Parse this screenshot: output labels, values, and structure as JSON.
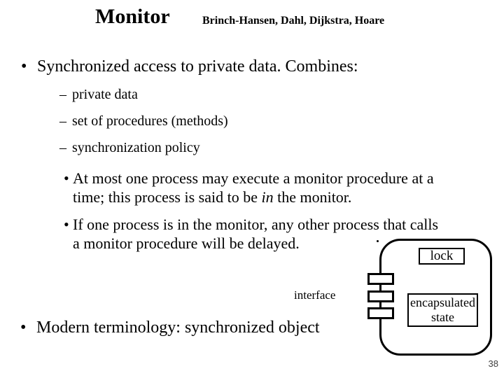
{
  "slide": {
    "title": "Monitor",
    "subtitle": "Brinch-Hansen, Dahl, Dijkstra, Hoare",
    "page_number": "38",
    "markers": {
      "bullet": "•",
      "dash": "–"
    },
    "content": {
      "bullet1": "Synchronized access to private data. Combines:",
      "dash1": "private data",
      "dash2": "set of procedures (methods)",
      "dash3": "synchronization policy",
      "sub1": {
        "line1": "At most one process may execute a monitor procedure at a",
        "line2_pre": "time; this process is said to be ",
        "line2_italic": "in",
        "line2_post": " the monitor."
      },
      "sub2": {
        "line1": "If one process is in the monitor, any other process that calls",
        "line2": "a monitor procedure will be delayed."
      },
      "bullet2": "Modern terminology: synchronized object"
    },
    "diagram": {
      "lock_label": "lock",
      "state_line1": "encapsulated",
      "state_line2": "state",
      "interface_label": "interface"
    },
    "colors": {
      "text": "#000000",
      "background": "#ffffff",
      "page_number": "#3f3f3f"
    }
  }
}
